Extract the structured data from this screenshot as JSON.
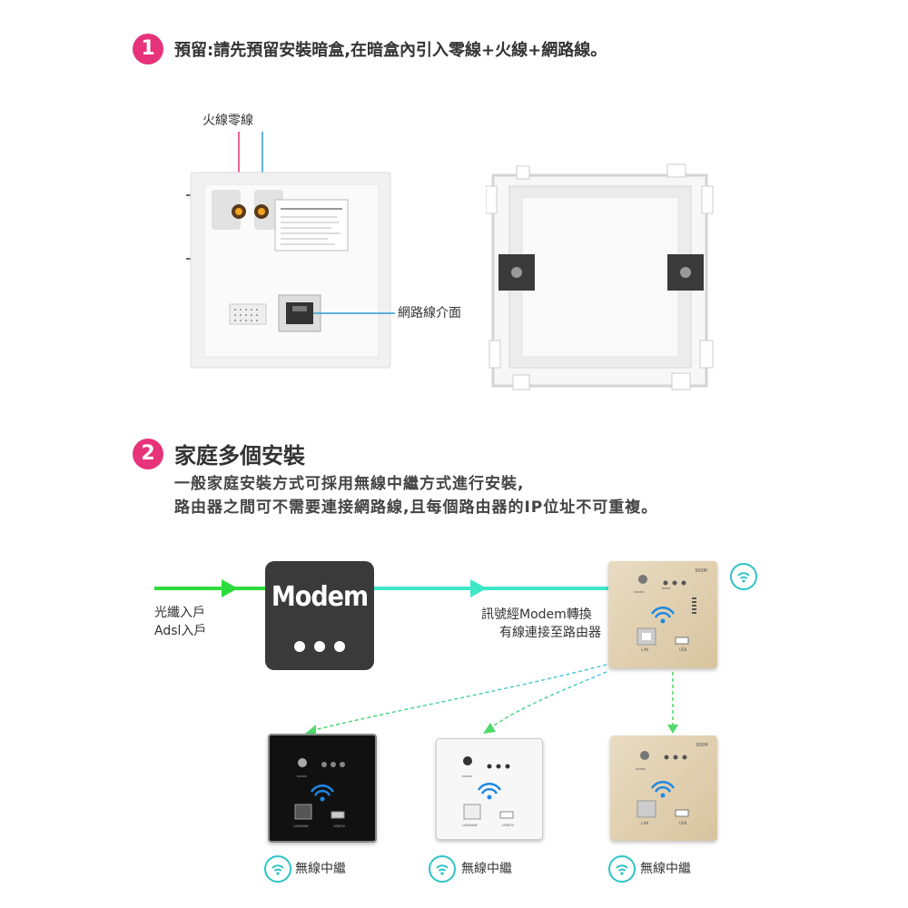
{
  "step1": {
    "number": "1",
    "text": "預留:請先預留安裝暗盒,在暗盒內引入零線+火線+網路線。",
    "wire_label": "火線零線",
    "network_label": "網路線介面"
  },
  "step2": {
    "number": "2",
    "title": "家庭多個安裝",
    "desc_line1": "一般家庭安裝方式可採用無線中繼方式進行安裝,",
    "desc_line2": "路由器之間可不需要連接網路線,且每個路由器的IP位址不可重複。"
  },
  "diagram": {
    "input_line1": "光纖入戶",
    "input_line2": "Adsl入戶",
    "modem_label": "Modem",
    "convert_line1": "訊號經Modem轉換",
    "convert_line2": "有線連接至路由器",
    "relay_labels": [
      "無線中繼",
      "無線中繼",
      "無線中繼"
    ]
  },
  "panel_text": {
    "model": "300M",
    "reset": "RESET",
    "wifi": "WIFI",
    "wps": "WPS",
    "power": "POWER",
    "lan": "LAN",
    "lan_wan": "LAN/WAN",
    "usb": "USB",
    "usb5v": "USB/5V"
  },
  "colors": {
    "accent_pink": "#e6337a",
    "arrow_green": "#2ddc3c",
    "arrow_cyan": "#3de8c8",
    "wifi_blue": "#1e88e5",
    "wifi_teal": "#2ec4c7"
  }
}
